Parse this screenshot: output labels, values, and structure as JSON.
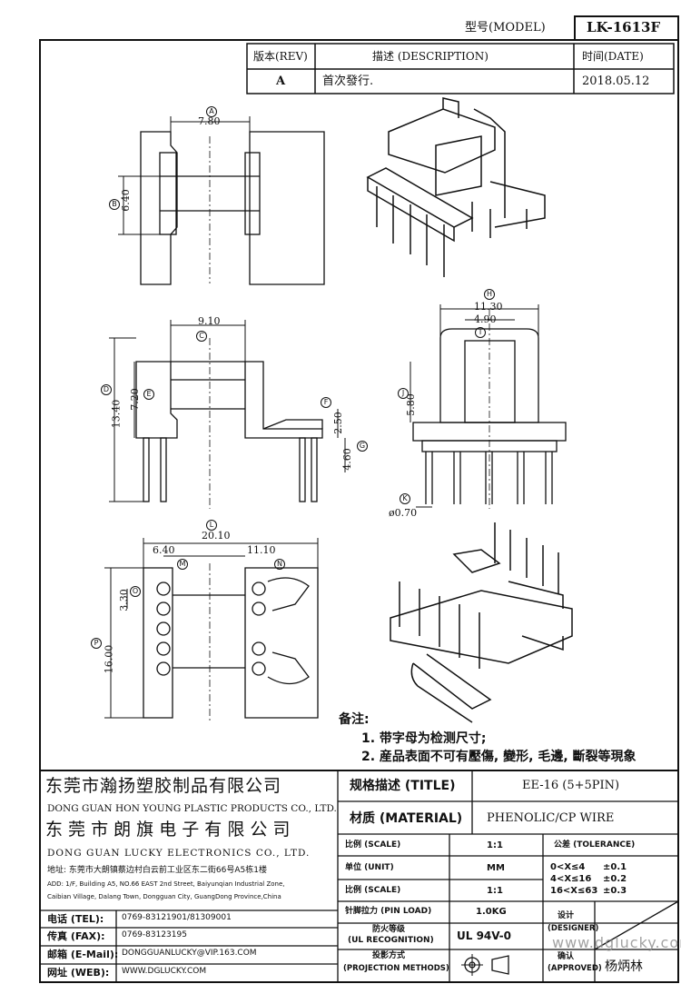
{
  "header": {
    "model_label": "型号(MODEL)",
    "model_value": "LK-1613F",
    "rev_label": "版本(REV)",
    "desc_label": "描述 (DESCRIPTION)",
    "date_label": "时间(DATE)",
    "rev_value": "A",
    "desc_value": "首次發行.",
    "date_value": "2018.05.12"
  },
  "dimensions": {
    "top_width": "7.80",
    "top_height": "6.40",
    "front_width": "9.10",
    "front_height": "13.40",
    "front_inner": "7.20",
    "front_step": "2.50",
    "front_pin": "4.60",
    "side_width": "11.30",
    "side_inner": "4.90",
    "side_height": "5.80",
    "pin_dia": "ø0.70",
    "bottom_width": "20.10",
    "bottom_left": "6.40",
    "bottom_right": "11.10",
    "bottom_pitch": "3.30",
    "bottom_height": "16.00"
  },
  "balloons": [
    "A",
    "B",
    "C",
    "D",
    "E",
    "F",
    "G",
    "H",
    "I",
    "J",
    "K",
    "L",
    "M",
    "N",
    "O",
    "P"
  ],
  "notes": {
    "title": "备注:",
    "line1": "1. 带字母为检测尺寸;",
    "line2": "2. 産品表面不可有壓傷, 變形, 毛邊, 斷裂等現象"
  },
  "company": {
    "cn1": "东莞市瀚扬塑胶制品有限公司",
    "en1": "DONG GUAN HON YOUNG PLASTIC PRODUCTS CO., LTD.",
    "cn2": "东 莞 市 朗 旗 电 子 有 限 公 司",
    "en2": "DONG GUAN LUCKY ELECTRONICS CO., LTD.",
    "addr_cn": "地址: 东莞市大朗镇蔡边村白云前工业区东二街66号A5栋1楼",
    "addr_en1": "ADD: 1/F, Building A5, NO.66 EAST 2nd Street, Baiyunqian Industrial Zone,",
    "addr_en2": "Caibian Village, Dalang Town, Dongguan City, GuangDong Province,China"
  },
  "contacts": {
    "tel_label": "电话 (TEL):",
    "tel_value": "0769-83121901/81309001",
    "fax_label": "传真 (FAX):",
    "fax_value": "0769-83123195",
    "mail_label": "邮箱 (E-Mail):",
    "mail_value": "DONGGUANLUCKY@VIP.163.COM",
    "web_label": "网址 (WEB):",
    "web_value": "WWW.DGLUCKY.COM"
  },
  "spec": {
    "title_label": "规格描述 (TITLE)",
    "title_value": "EE-16 (5+5PIN)",
    "material_label": "材质 (MATERIAL)",
    "material_value": "PHENOLIC/CP WIRE",
    "scale_label": "比例 (SCALE)",
    "scale_value": "1:1",
    "unit_label": "单位 (UNIT)",
    "unit_value": "MM",
    "scale2_label": "比例 (SCALE)",
    "scale2_value": "1:1",
    "pinload_label": "针脚拉力 (PIN LOAD)",
    "pinload_value": "1.0KG",
    "ul_label1": "防火等级",
    "ul_label2": "(UL RECOGNITION)",
    "ul_value": "UL 94V-0",
    "proj_label1": "投影方式",
    "proj_label2": "(PROJECTION METHODS)",
    "tol_label": "公差 (TOLERANCE)",
    "tol1_range": "0<X≤4",
    "tol1_value": "±0.1",
    "tol2_range": "4<X≤16",
    "tol2_value": "±0.2",
    "tol3_range": "16<X≤63",
    "tol3_value": "±0.3",
    "designer_label1": "设计",
    "designer_label2": "(DESIGNER)",
    "approved_label1": "确认",
    "approved_label2": "(APPROVED)",
    "approved_value": "杨炳林"
  },
  "watermark": "www.dglucky.com"
}
